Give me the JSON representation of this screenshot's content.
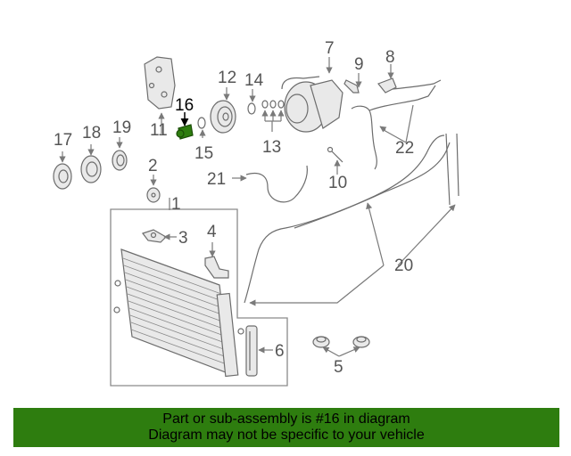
{
  "diagram": {
    "highlight_color": "#2e7d0f",
    "callouts": {
      "c1": "1",
      "c2": "2",
      "c3": "3",
      "c4": "4",
      "c5": "5",
      "c6": "6",
      "c7": "7",
      "c8": "8",
      "c9": "9",
      "c10": "10",
      "c11": "11",
      "c12": "12",
      "c13": "13",
      "c14": "14",
      "c15": "15",
      "c16": "16",
      "c17": "17",
      "c18": "18",
      "c19": "19",
      "c20": "20",
      "c21": "21",
      "c22": "22"
    },
    "highlighted_callout": "16"
  },
  "banner": {
    "line1": "Part or sub-assembly is #16 in diagram",
    "line2": "Diagram may not be specific to your vehicle",
    "background": "#2e7d0f"
  }
}
